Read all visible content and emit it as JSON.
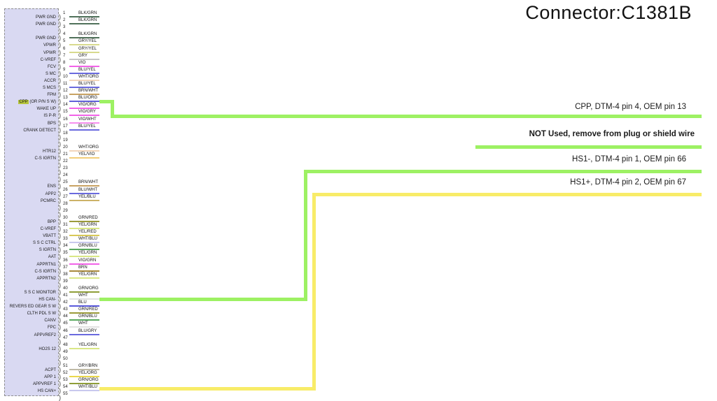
{
  "title": "Connector:C1381B",
  "connector": {
    "pins": [
      {
        "n": 1,
        "color": "BLK/GRN",
        "signal": "PWR GND"
      },
      {
        "n": 2,
        "color": "BLK/GRN",
        "signal": "PWR GND"
      },
      {
        "n": 3,
        "color": "",
        "signal": ""
      },
      {
        "n": 4,
        "color": "BLK/GRN",
        "signal": "PWR GND"
      },
      {
        "n": 5,
        "color": "GRY/YEL",
        "signal": "VPWR"
      },
      {
        "n": 6,
        "color": "GRY/YEL",
        "signal": "VPWR"
      },
      {
        "n": 7,
        "color": "GRY",
        "signal": "C-VREF"
      },
      {
        "n": 8,
        "color": "VIO",
        "signal": "FCV"
      },
      {
        "n": 9,
        "color": "BLU/YEL",
        "signal": "S MC"
      },
      {
        "n": 10,
        "color": "WHT/ORG",
        "signal": "ACCR"
      },
      {
        "n": 11,
        "color": "BLU/YEL",
        "signal": "S MCS"
      },
      {
        "n": 12,
        "color": "BRN/WHT",
        "signal": "FPM"
      },
      {
        "n": 13,
        "color": "BLU/ORG",
        "signal_hl": "CPP",
        "signal_rest": " (OR P/N S W)"
      },
      {
        "n": 14,
        "color": "VIO/ORG",
        "signal": "WAKE UP"
      },
      {
        "n": 15,
        "color": "VIO/GRY",
        "signal": "IS P-R"
      },
      {
        "n": 16,
        "color": "VIO/WHT",
        "signal": "BPS"
      },
      {
        "n": 17,
        "color": "BLU/YEL",
        "signal": "CRANK DETECT"
      },
      {
        "n": 18,
        "color": "",
        "signal": ""
      },
      {
        "n": 19,
        "color": "",
        "signal": ""
      },
      {
        "n": 20,
        "color": "WHT/ORG",
        "signal": "HTR12"
      },
      {
        "n": 21,
        "color": "YEL/VIO",
        "signal": "C-S IGRTN"
      },
      {
        "n": 22,
        "color": "",
        "signal": ""
      },
      {
        "n": 23,
        "color": "",
        "signal": ""
      },
      {
        "n": 24,
        "color": "",
        "signal": ""
      },
      {
        "n": 25,
        "color": "BRN/WHT",
        "signal": "ENS"
      },
      {
        "n": 26,
        "color": "BLU/WHT",
        "signal": "APP2"
      },
      {
        "n": 27,
        "color": "YEL/BLU",
        "signal": "PCMRC"
      },
      {
        "n": 28,
        "color": "",
        "signal": ""
      },
      {
        "n": 29,
        "color": "",
        "signal": ""
      },
      {
        "n": 30,
        "color": "GRN/RED",
        "signal": "BPP"
      },
      {
        "n": 31,
        "color": "YEL/GRN",
        "signal": "C-VREF"
      },
      {
        "n": 32,
        "color": "YEL/RED",
        "signal": "VBATT"
      },
      {
        "n": 33,
        "color": "WHT/BLU",
        "signal": "S S C CTRL"
      },
      {
        "n": 34,
        "color": "GRN/BLU",
        "signal": "S IGRTN"
      },
      {
        "n": 35,
        "color": "YEL/GRN",
        "signal": "AAT"
      },
      {
        "n": 36,
        "color": "VIO/GRN",
        "signal": "APPRTN1"
      },
      {
        "n": 37,
        "color": "BRN",
        "signal": "C-S IGRTN"
      },
      {
        "n": 38,
        "color": "YEL/GRN",
        "signal": "APPRTN2"
      },
      {
        "n": 39,
        "color": "",
        "signal": ""
      },
      {
        "n": 40,
        "color": "GRN/ORG",
        "signal": "S S C MONITOR"
      },
      {
        "n": 41,
        "color": "WHT",
        "signal": "HS  CAN-"
      },
      {
        "n": 42,
        "color": "BLU",
        "signal": "REVERS ED GEAR S W"
      },
      {
        "n": 43,
        "color": "GRN/RED",
        "signal": "CLTH PDL S W"
      },
      {
        "n": 44,
        "color": "GRN/BLU",
        "signal": "CANV"
      },
      {
        "n": 45,
        "color": "WHT",
        "signal": "FPC"
      },
      {
        "n": 46,
        "color": "BLU/GRY",
        "signal": "APPVREF2"
      },
      {
        "n": 47,
        "color": "",
        "signal": ""
      },
      {
        "n": 48,
        "color": "YEL/GRN",
        "signal": "HO2S 12"
      },
      {
        "n": 49,
        "color": "",
        "signal": ""
      },
      {
        "n": 50,
        "color": "",
        "signal": ""
      },
      {
        "n": 51,
        "color": "GRY/BRN",
        "signal": "ACPT"
      },
      {
        "n": 52,
        "color": "YEL/ORG",
        "signal": "APP 1"
      },
      {
        "n": 53,
        "color": "GRN/ORG",
        "signal": "APPVREF 1"
      },
      {
        "n": 54,
        "color": "WHT/BLU",
        "signal": "HS  CAN+"
      },
      {
        "n": 55,
        "color": "",
        "signal": ""
      }
    ]
  },
  "annotations": [
    {
      "text": "CPP, DTM-4 pin 4, OEM pin 13",
      "bold": false
    },
    {
      "text": "NOT Used, remove from plug or shield wire",
      "bold": true
    },
    {
      "text": "HS1-, DTM-4 pin 1, OEM pin 66",
      "bold": false
    },
    {
      "text": "HS1+, DTM-4 pin 2, OEM pin 67",
      "bold": false
    }
  ],
  "wires": [
    {
      "id": "cpp",
      "color_key": "wire_green",
      "from_pin": 13
    },
    {
      "id": "not-used",
      "color_key": "wire_green"
    },
    {
      "id": "hs1-minus",
      "color_key": "wire_green",
      "from_pin": 41
    },
    {
      "id": "hs1-plus",
      "color_key": "wire_yellow",
      "from_pin": 54
    }
  ],
  "colors": {
    "wire_green": "#9df163",
    "wire_yellow": "#f8ec68",
    "connector_fill": "#d9d9f2",
    "cpp_highlight": "#b5c43c",
    "wire_map": {
      "BLK/GRN": "#50715a",
      "GRY/YEL": "#d8da8e",
      "GRY": "#c6c6c6",
      "VIO": "#f263e8",
      "BLU/YEL": "#6a6ade",
      "WHT/ORG": "#f2d5bb",
      "BRN/WHT": "#c8a263",
      "BLU/ORG": "#6060d8",
      "VIO/ORG": "#f263e8",
      "VIO/GRY": "#f263e8",
      "VIO/WHT": "#f78fef",
      "YEL/VIO": "#f2cd7a",
      "BLU/WHT": "#6a6ade",
      "YEL/BLU": "#ccb268",
      "GRN/RED": "#9b9b3a",
      "YEL/GRN": "#d9e786",
      "YEL/RED": "#d8c858",
      "WHT/BLU": "#c8c8ee",
      "GRN/BLU": "#58a85e",
      "VIO/GRN": "#f263e8",
      "BRN": "#a8893c",
      "GRN/ORG": "#8f9e38",
      "WHT": "#e2e2e2",
      "BLU": "#5a5adb",
      "BLU/GRY": "#6a6ade",
      "GRY/BRN": "#bfbaa6",
      "YEL/ORG": "#ead84e"
    }
  }
}
